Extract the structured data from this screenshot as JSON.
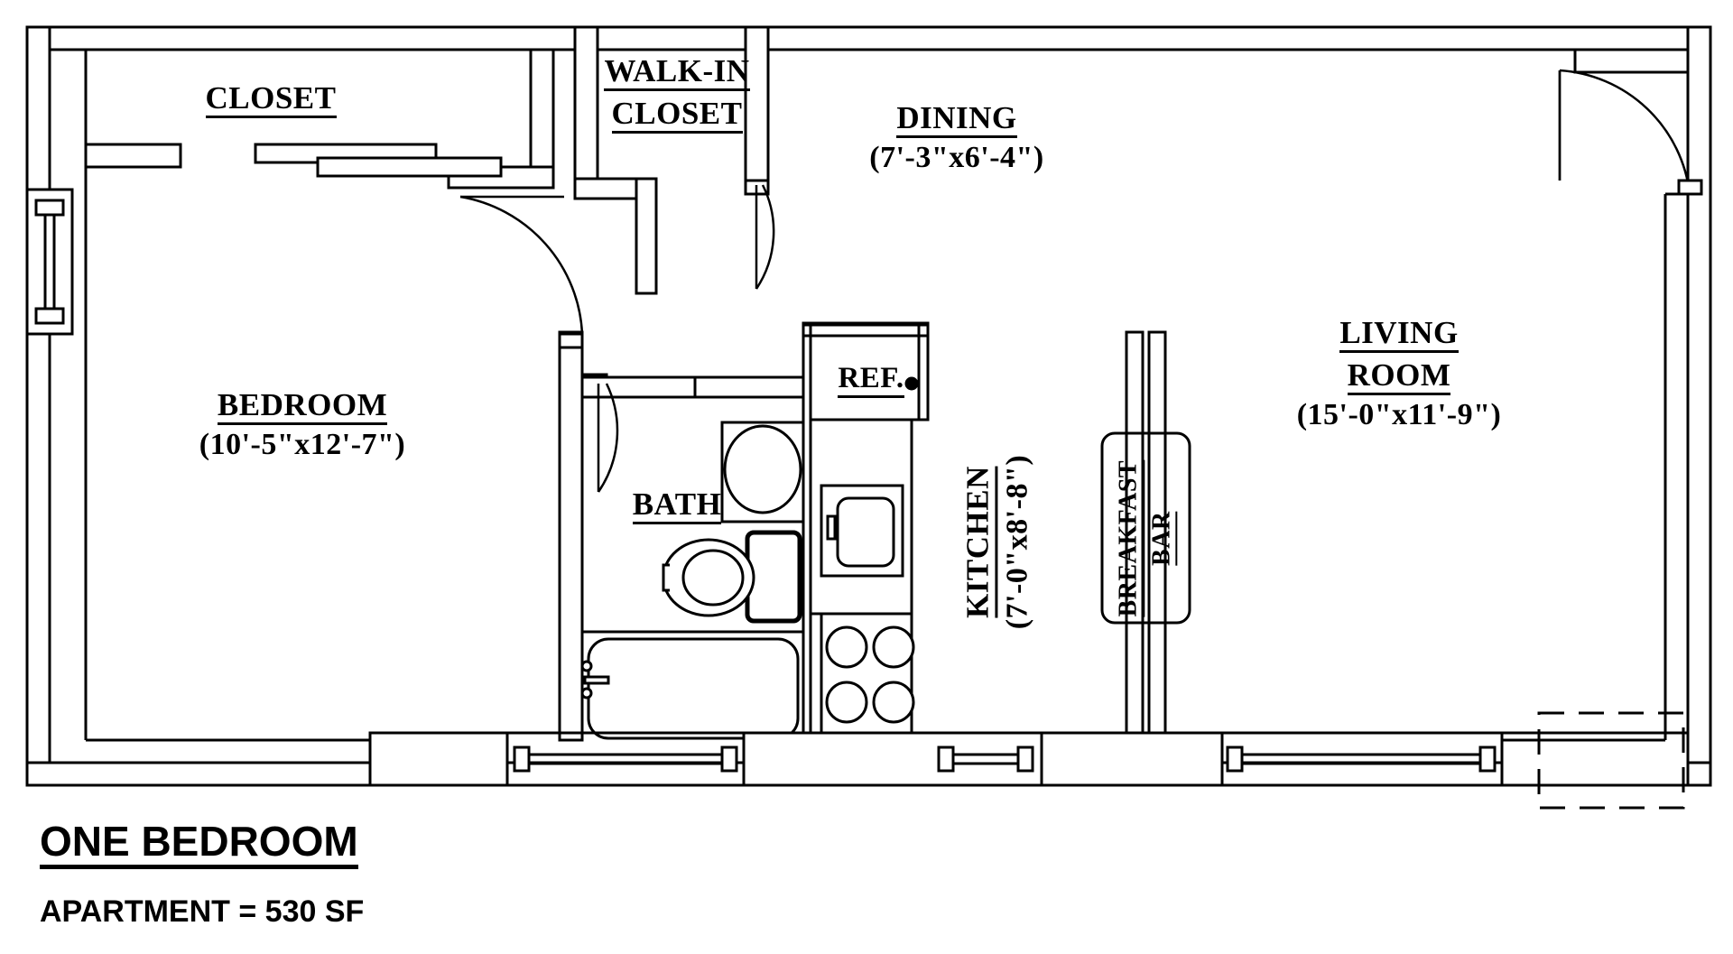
{
  "document": {
    "type": "architectural-floor-plan",
    "title": "ONE BEDROOM",
    "area_note": "APARTMENT = 530 SF"
  },
  "rooms": [
    {
      "key": "closet",
      "name": "CLOSET",
      "dimensions": ""
    },
    {
      "key": "walkin_l1",
      "name": "WALK-IN",
      "dimensions": ""
    },
    {
      "key": "walkin_l2",
      "name": "CLOSET",
      "dimensions": ""
    },
    {
      "key": "dining",
      "name": "DINING",
      "dimensions": "(7'-3\"x6'-4\")"
    },
    {
      "key": "bedroom",
      "name": "BEDROOM",
      "dimensions": "(10'-5\"x12'-7\")"
    },
    {
      "key": "bath",
      "name": "BATH",
      "dimensions": ""
    },
    {
      "key": "kitchen",
      "name": "KITCHEN",
      "dimensions": "(7'-0\"x8'-8\")"
    },
    {
      "key": "living_l1",
      "name": "LIVING",
      "dimensions": ""
    },
    {
      "key": "living_l2",
      "name": "ROOM",
      "dimensions": "(15'-0\"x11'-9\")"
    },
    {
      "key": "breakfast_l1",
      "name": "BREAKFAST",
      "dimensions": ""
    },
    {
      "key": "breakfast_l2",
      "name": "BAR",
      "dimensions": ""
    }
  ],
  "fixtures": [
    {
      "key": "refrigerator",
      "label": "REF."
    },
    {
      "key": "sink",
      "label": ""
    },
    {
      "key": "range",
      "label": ""
    },
    {
      "key": "lavatory",
      "label": ""
    },
    {
      "key": "toilet",
      "label": ""
    },
    {
      "key": "bathtub",
      "label": ""
    }
  ],
  "labels": {
    "closet": "CLOSET",
    "walkin_line1": "WALK-IN",
    "walkin_line2": "CLOSET",
    "dining_name": "DINING",
    "dining_dim": "(7'-3\"x6'-4\")",
    "bedroom_name": "BEDROOM",
    "bedroom_dim": "(10'-5\"x12'-7\")",
    "bath_name": "BATH",
    "ref_label": "REF.",
    "kitchen_name": "KITCHEN",
    "kitchen_dim": "(7'-0\"x8'-8\")",
    "living_line1": "LIVING",
    "living_line2": "ROOM",
    "living_dim": "(15'-0\"x11'-9\")",
    "breakfast_line1": "BREAKFAST",
    "breakfast_line2": "BAR"
  },
  "colors": {
    "line": "#000000",
    "background": "#ffffff",
    "text": "#000000"
  }
}
